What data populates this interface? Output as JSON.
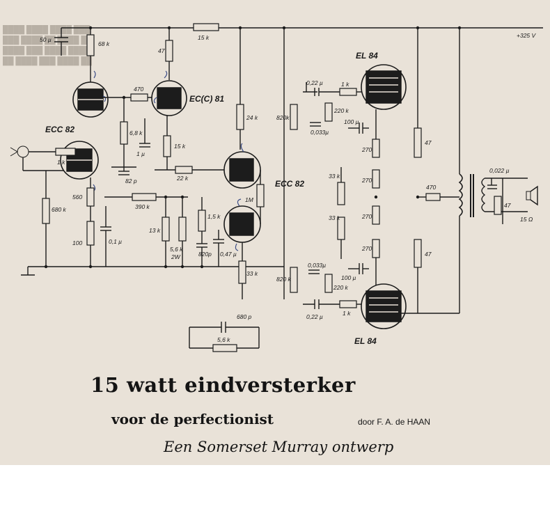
{
  "title": "15 watt eindversterker",
  "subtitle": "voor de perfectionist",
  "author": "door F. A. de HAAN",
  "design": "Een Somerset Murray ontwerp",
  "supply": "+325 V",
  "tubes": {
    "t1": "ECC 82",
    "t2": "EC(C) 81",
    "t3": "ECC 82",
    "t4": "EL 84",
    "t5": "EL 84"
  },
  "labels": {
    "c_50u": "50 µ",
    "r_68k": "68 k",
    "r_15k_top": "15 k",
    "r_47_top": "47",
    "r_470": "470",
    "r_6_8k": "6,8 k",
    "c_1u": "1 µ",
    "r_15k_mid": "15 k",
    "r_22k": "22 k",
    "r_24k": "24 k",
    "r_1k_in": "1 k",
    "c_82p": "82 p",
    "r_560": "560",
    "r_390k": "390 k",
    "r_680k": "680 k",
    "r_100": "100",
    "c_0_1u": "0,1 µ",
    "r_13k": "13 k",
    "r_5_6k": "5,6 k",
    "r_2w": "2W",
    "r_1_5k": "1,5 k",
    "c_820p": "820p",
    "c_0_47u": "0,47 µ",
    "r_1m": "1M",
    "r_33k_left": "33 k",
    "c_680p": "680 p",
    "r_5_6k_fb": "5,6 k",
    "c_0_22u_top": "0,22 µ",
    "r_1k_top": "1 k",
    "r_820k_top": "820k",
    "r_220k_top": "220 k",
    "c_0_033u_top": "0,033µ",
    "c_100u_top": "100 µ",
    "r_270_a": "270",
    "r_270_b": "270",
    "r_270_c": "270",
    "r_270_d": "270",
    "r_33k_a": "33 k",
    "r_33k_b": "33 k",
    "r_47_a": "47",
    "r_47_b": "47",
    "r_470_out": "470",
    "c_0_022u": "0,022 µ",
    "r_47_out": "47",
    "spk": "15 Ω",
    "r_820k_bot": "820 k",
    "c_0_033u_bot": "0,033µ",
    "r_220k_bot": "220 k",
    "c_100u_bot": "100 µ",
    "c_0_22u_bot": "0,22 µ",
    "r_1k_bot": "1 k"
  }
}
